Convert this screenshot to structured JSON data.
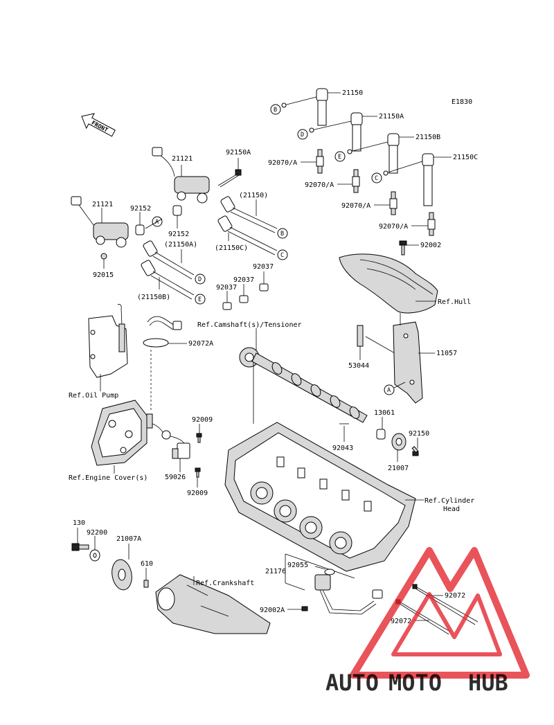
{
  "diagram_code": "E1830",
  "front_label": "FRONT",
  "part_numbers": {
    "p21150": "21150",
    "p21150A": "21150A",
    "p21150B": "21150B",
    "p21150C": "21150C",
    "p21121_top": "21121",
    "p21121_left": "21121",
    "p92150A": "92150A",
    "p21150_paren": "(21150)",
    "p92152_a": "92152",
    "p92152_b": "92152",
    "p21150A_paren": "(21150A)",
    "p21150C_paren": "(21150C)",
    "p21150B_paren": "(21150B)",
    "p92015": "92015",
    "p92070A_1": "92070/A",
    "p92070A_2": "92070/A",
    "p92070A_3": "92070/A",
    "p92070A_4": "92070/A",
    "p92002": "92002",
    "p92037_a": "92037",
    "p92037_b": "92037",
    "p92037_c": "92037",
    "p92072A": "92072A",
    "p53044": "53044",
    "p11057": "11057",
    "p13061": "13061",
    "p92150": "92150",
    "p92043": "92043",
    "p21007": "21007",
    "p92009_a": "92009",
    "p92009_b": "92009",
    "p59026": "59026",
    "p130": "130",
    "p92200": "92200",
    "p21007A": "21007A",
    "p610": "610",
    "p21176": "21176",
    "p92055": "92055",
    "p92002A": "92002A",
    "p92072_a": "92072",
    "p92072_b": "92072"
  },
  "references": {
    "hull": "Ref.Hull",
    "camshaft": "Ref.Camshaft(s)/Tensioner",
    "oil_pump": "Ref.Oil Pump",
    "engine_cover": "Ref.Engine Cover(s)",
    "cylinder_head_1": "Ref.Cylinder",
    "cylinder_head_2": "Head",
    "crankshaft": "Ref.Crankshaft"
  },
  "connector_letters": {
    "A": "A",
    "B": "B",
    "C": "C",
    "D": "D",
    "E": "E"
  },
  "watermark": {
    "text_auto": "AUTO",
    "text_moto": "MOTO",
    "text_hub": "HUB",
    "color_orange": "#f7a21b",
    "color_red": "#e4232d",
    "color_gray": "#6d6e71"
  }
}
